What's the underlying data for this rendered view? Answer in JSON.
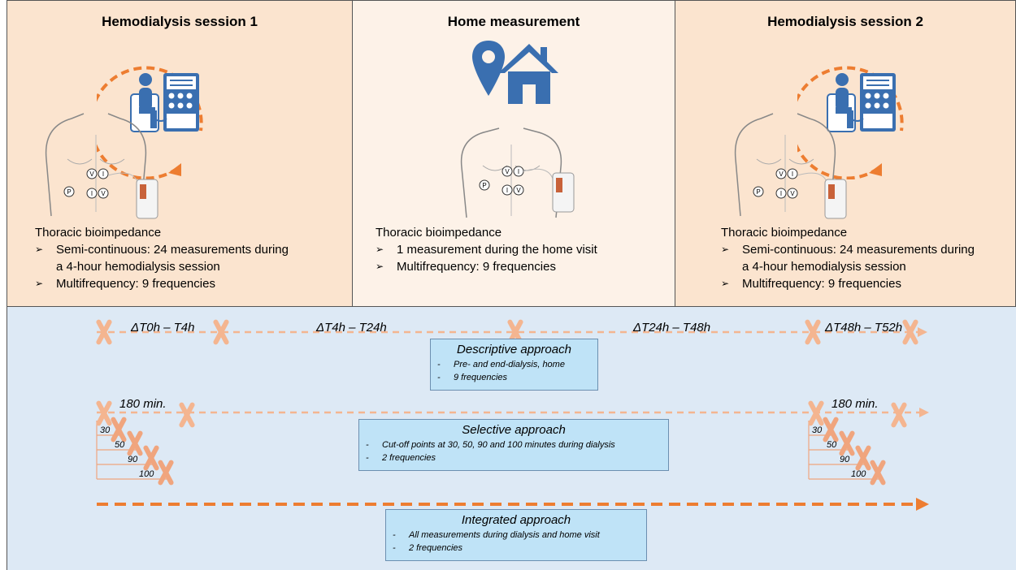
{
  "panels": [
    {
      "title": "Hemodialysis session 1",
      "measure_title": "Thoracic bioimpedance",
      "bullets": [
        "Semi-continuous: 24 measurements during",
        "a 4-hour hemodialysis session",
        "Multifrequency: 9 frequencies"
      ]
    },
    {
      "title": "Home measurement",
      "measure_title": "Thoracic bioimpedance",
      "bullets": [
        "1 measurement during the home visit",
        "Multifrequency: 9 frequencies"
      ]
    },
    {
      "title": "Hemodialysis session 2",
      "measure_title": "Thoracic bioimpedance",
      "bullets": [
        "Semi-continuous: 24 measurements during",
        "a 4-hour hemodialysis session",
        "Multifrequency: 9 frequencies"
      ]
    }
  ],
  "electrodes": {
    "v": "V",
    "i": "I",
    "p": "P"
  },
  "intervals": [
    "ΔT0h – T4h",
    "ΔT4h – T24h",
    "ΔT24h – T48h",
    "ΔT48h – T52h"
  ],
  "minutes_label": "180 min.",
  "cutoffs": [
    "30",
    "50",
    "90",
    "100"
  ],
  "approaches": [
    {
      "title": "Descriptive approach",
      "items": [
        "Pre- and end-dialysis, home",
        "9 frequencies"
      ]
    },
    {
      "title": "Selective approach",
      "items": [
        "Cut-off points at 30, 50, 90 and 100 minutes during dialysis",
        "2 frequencies"
      ]
    },
    {
      "title": "Integrated approach",
      "items": [
        "All measurements during dialysis and home visit",
        "2 frequencies"
      ]
    }
  ],
  "colors": {
    "panel_dialysis": "#fbe4cf",
    "panel_home": "#fdf2e8",
    "bottom_panel": "#dde9f5",
    "approach_box": "#bfe3f7",
    "orange_arrow": "#ed7d31",
    "light_arrow": "#f4b590",
    "icon_blue": "#3a6fb0"
  },
  "icons": [
    "circular-arrow-icon",
    "patient-dialysis-machine-icon",
    "location-pin-icon",
    "house-icon",
    "thorax-electrodes-icon",
    "bioimpedance-device-icon",
    "cross-mark-icon"
  ]
}
